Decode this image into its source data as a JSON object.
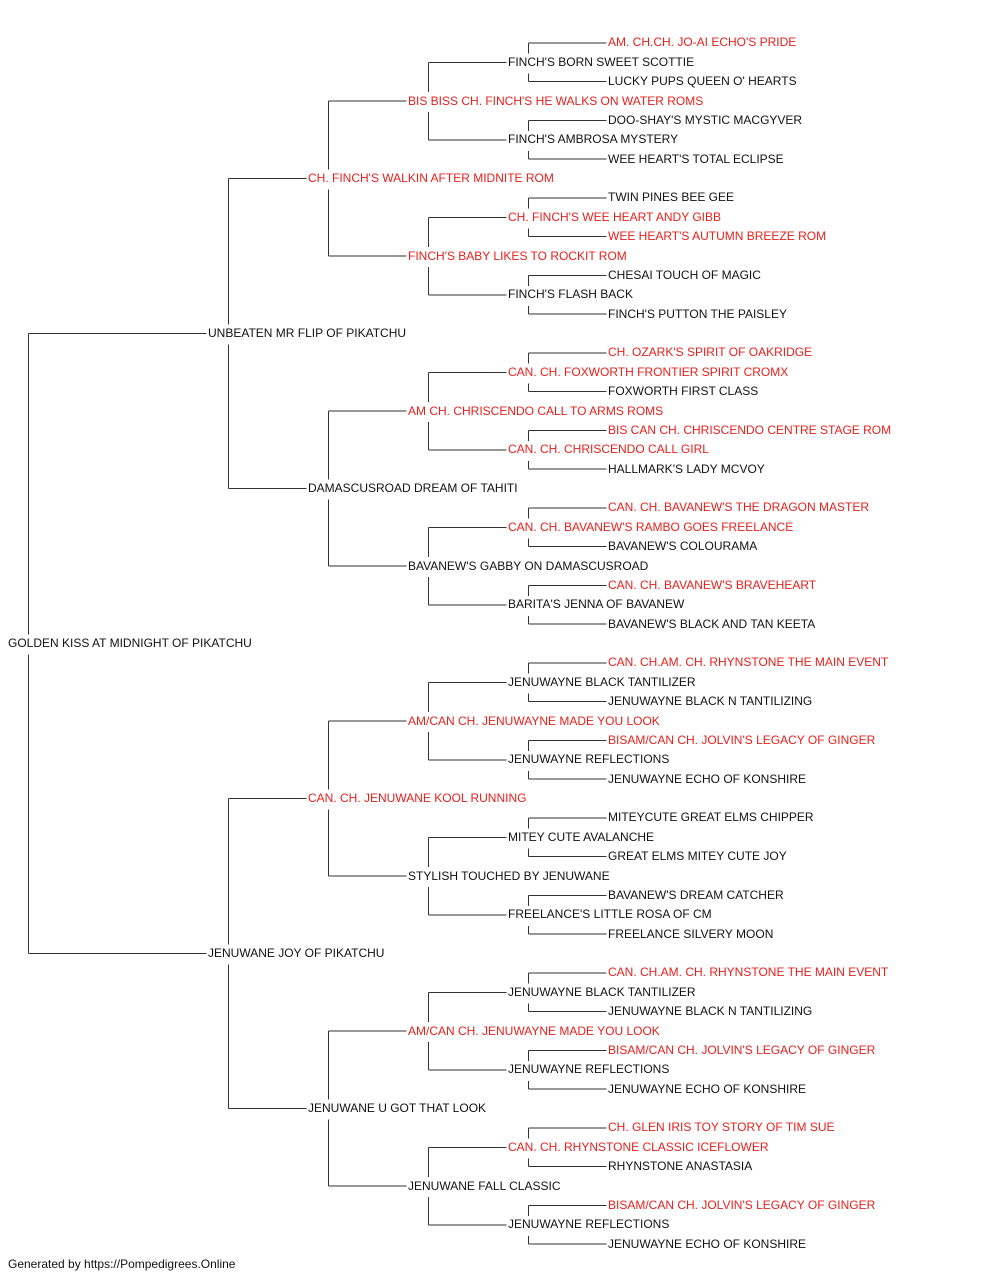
{
  "colors": {
    "champion": "#e8201c",
    "regular": "#111111",
    "line": "#333333"
  },
  "pedigree": {
    "name": "GOLDEN KISS AT MIDNIGHT OF PIKATCHU",
    "champ": false,
    "sire": {
      "name": "UNBEATEN MR FLIP OF PIKATCHU",
      "champ": false,
      "sire": {
        "name": "CH. FINCH'S WALKIN AFTER MIDNITE ROM",
        "champ": true,
        "sire": {
          "name": "BIS BISS CH. FINCH'S HE WALKS ON WATER ROMS",
          "champ": true,
          "sire": {
            "name": "FINCH'S BORN SWEET SCOTTIE",
            "champ": false,
            "sire": {
              "name": "AM. CH.CH. JO-AI ECHO'S PRIDE",
              "champ": true
            },
            "dam": {
              "name": "LUCKY PUPS QUEEN O' HEARTS",
              "champ": false
            }
          },
          "dam": {
            "name": "FINCH'S AMBROSA MYSTERY",
            "champ": false,
            "sire": {
              "name": "DOO-SHAY'S MYSTIC MACGYVER",
              "champ": false
            },
            "dam": {
              "name": "WEE HEART'S TOTAL ECLIPSE",
              "champ": false
            }
          }
        },
        "dam": {
          "name": "FINCH'S BABY LIKES TO ROCKIT ROM",
          "champ": true,
          "sire": {
            "name": "CH. FINCH'S WEE HEART ANDY GIBB",
            "champ": true,
            "sire": {
              "name": "TWIN PINES BEE GEE",
              "champ": false
            },
            "dam": {
              "name": "WEE HEART'S AUTUMN BREEZE ROM",
              "champ": true
            }
          },
          "dam": {
            "name": "FINCH'S FLASH BACK",
            "champ": false,
            "sire": {
              "name": "CHESAI TOUCH OF MAGIC",
              "champ": false
            },
            "dam": {
              "name": "FINCH'S PUTTON THE PAISLEY",
              "champ": false
            }
          }
        }
      },
      "dam": {
        "name": "DAMASCUSROAD DREAM OF TAHITI",
        "champ": false,
        "sire": {
          "name": "AM CH. CHRISCENDO CALL TO ARMS ROMS",
          "champ": true,
          "sire": {
            "name": "CAN. CH. FOXWORTH FRONTIER SPIRIT CROMX",
            "champ": true,
            "sire": {
              "name": "CH. OZARK'S SPIRIT OF OAKRIDGE",
              "champ": true
            },
            "dam": {
              "name": "FOXWORTH FIRST CLASS",
              "champ": false
            }
          },
          "dam": {
            "name": "CAN. CH. CHRISCENDO CALL GIRL",
            "champ": true,
            "sire": {
              "name": "BIS CAN CH. CHRISCENDO CENTRE STAGE ROM",
              "champ": true
            },
            "dam": {
              "name": "HALLMARK'S LADY MCVOY",
              "champ": false
            }
          }
        },
        "dam": {
          "name": "BAVANEW'S GABBY ON DAMASCUSROAD",
          "champ": false,
          "sire": {
            "name": "CAN. CH. BAVANEW'S RAMBO GOES FREELANCE",
            "champ": true,
            "sire": {
              "name": "CAN. CH. BAVANEW'S THE DRAGON MASTER",
              "champ": true
            },
            "dam": {
              "name": "BAVANEW'S COLOURAMA",
              "champ": false
            }
          },
          "dam": {
            "name": "BARITA'S JENNA OF BAVANEW",
            "champ": false,
            "sire": {
              "name": "CAN. CH. BAVANEW'S BRAVEHEART",
              "champ": true
            },
            "dam": {
              "name": "BAVANEW'S BLACK AND TAN KEETA",
              "champ": false
            }
          }
        }
      }
    },
    "dam": {
      "name": "JENUWANE JOY OF PIKATCHU",
      "champ": false,
      "sire": {
        "name": "CAN. CH. JENUWANE KOOL RUNNING",
        "champ": true,
        "sire": {
          "name": "AM/CAN CH. JENUWAYNE MADE YOU LOOK",
          "champ": true,
          "sire": {
            "name": "JENUWAYNE BLACK TANTILIZER",
            "champ": false,
            "sire": {
              "name": "CAN. CH.AM. CH. RHYNSTONE THE MAIN EVENT",
              "champ": true
            },
            "dam": {
              "name": "JENUWAYNE BLACK N TANTILIZING",
              "champ": false
            }
          },
          "dam": {
            "name": "JENUWAYNE REFLECTIONS",
            "champ": false,
            "sire": {
              "name": "BISAM/CAN CH. JOLVIN'S LEGACY OF GINGER",
              "champ": true
            },
            "dam": {
              "name": "JENUWAYNE ECHO OF KONSHIRE",
              "champ": false
            }
          }
        },
        "dam": {
          "name": "STYLISH TOUCHED BY JENUWANE",
          "champ": false,
          "sire": {
            "name": "MITEY CUTE AVALANCHE",
            "champ": false,
            "sire": {
              "name": "MITEYCUTE GREAT ELMS CHIPPER",
              "champ": false
            },
            "dam": {
              "name": "GREAT ELMS MITEY CUTE JOY",
              "champ": false
            }
          },
          "dam": {
            "name": "FREELANCE'S LITTLE ROSA OF CM",
            "champ": false,
            "sire": {
              "name": "BAVANEW'S DREAM CATCHER",
              "champ": false
            },
            "dam": {
              "name": "FREELANCE SILVERY MOON",
              "champ": false
            }
          }
        }
      },
      "dam": {
        "name": "JENUWANE U GOT THAT LOOK",
        "champ": false,
        "sire": {
          "name": "AM/CAN CH. JENUWAYNE MADE YOU LOOK",
          "champ": true,
          "sire": {
            "name": "JENUWAYNE BLACK TANTILIZER",
            "champ": false,
            "sire": {
              "name": "CAN. CH.AM. CH. RHYNSTONE THE MAIN EVENT",
              "champ": true
            },
            "dam": {
              "name": "JENUWAYNE BLACK N TANTILIZING",
              "champ": false
            }
          },
          "dam": {
            "name": "JENUWAYNE REFLECTIONS",
            "champ": false,
            "sire": {
              "name": "BISAM/CAN CH. JOLVIN'S LEGACY OF GINGER",
              "champ": true
            },
            "dam": {
              "name": "JENUWAYNE ECHO OF KONSHIRE",
              "champ": false
            }
          }
        },
        "dam": {
          "name": "JENUWANE FALL CLASSIC",
          "champ": false,
          "sire": {
            "name": "CAN. CH. RHYNSTONE CLASSIC ICEFLOWER",
            "champ": true,
            "sire": {
              "name": "CH. GLEN IRIS TOY STORY OF TIM SUE",
              "champ": true
            },
            "dam": {
              "name": "RHYNSTONE ANASTASIA",
              "champ": false
            }
          },
          "dam": {
            "name": "JENUWAYNE REFLECTIONS",
            "champ": false,
            "sire": {
              "name": "BISAM/CAN CH. JOLVIN'S LEGACY OF GINGER",
              "champ": true
            },
            "dam": {
              "name": "JENUWAYNE ECHO OF KONSHIRE",
              "champ": false
            }
          }
        }
      }
    }
  },
  "footer": "Generated by https://Pompedigrees.Online"
}
